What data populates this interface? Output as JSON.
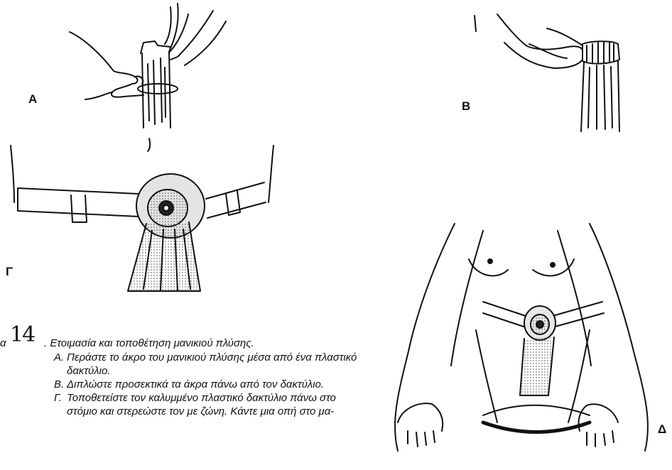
{
  "panels": {
    "a": "Α",
    "b": "Β",
    "c": "Γ",
    "d": "Δ"
  },
  "caption": {
    "prefix": "α",
    "figure_number": "14",
    "title": ". Ετοιμασία και τοποθέτηση μανικιού πλύσης.",
    "items": [
      {
        "letter": "Α.",
        "text": "Περάστε το άκρο του μανικιού πλύσης μέσα από ένα πλαστικό δακτύλιο."
      },
      {
        "letter": "Β.",
        "text": "Διπλώστε προσεκτικά τα άκρα πάνω από τον δακτύλιο."
      },
      {
        "letter": "Γ.",
        "text": "Τοποθετείστε τον καλυμμένο πλαστικό δακτύλιο πάνω στο στόμιο και στερεώστε τον με ζώνη. Κάντε μια οπή στο μα-"
      }
    ]
  }
}
